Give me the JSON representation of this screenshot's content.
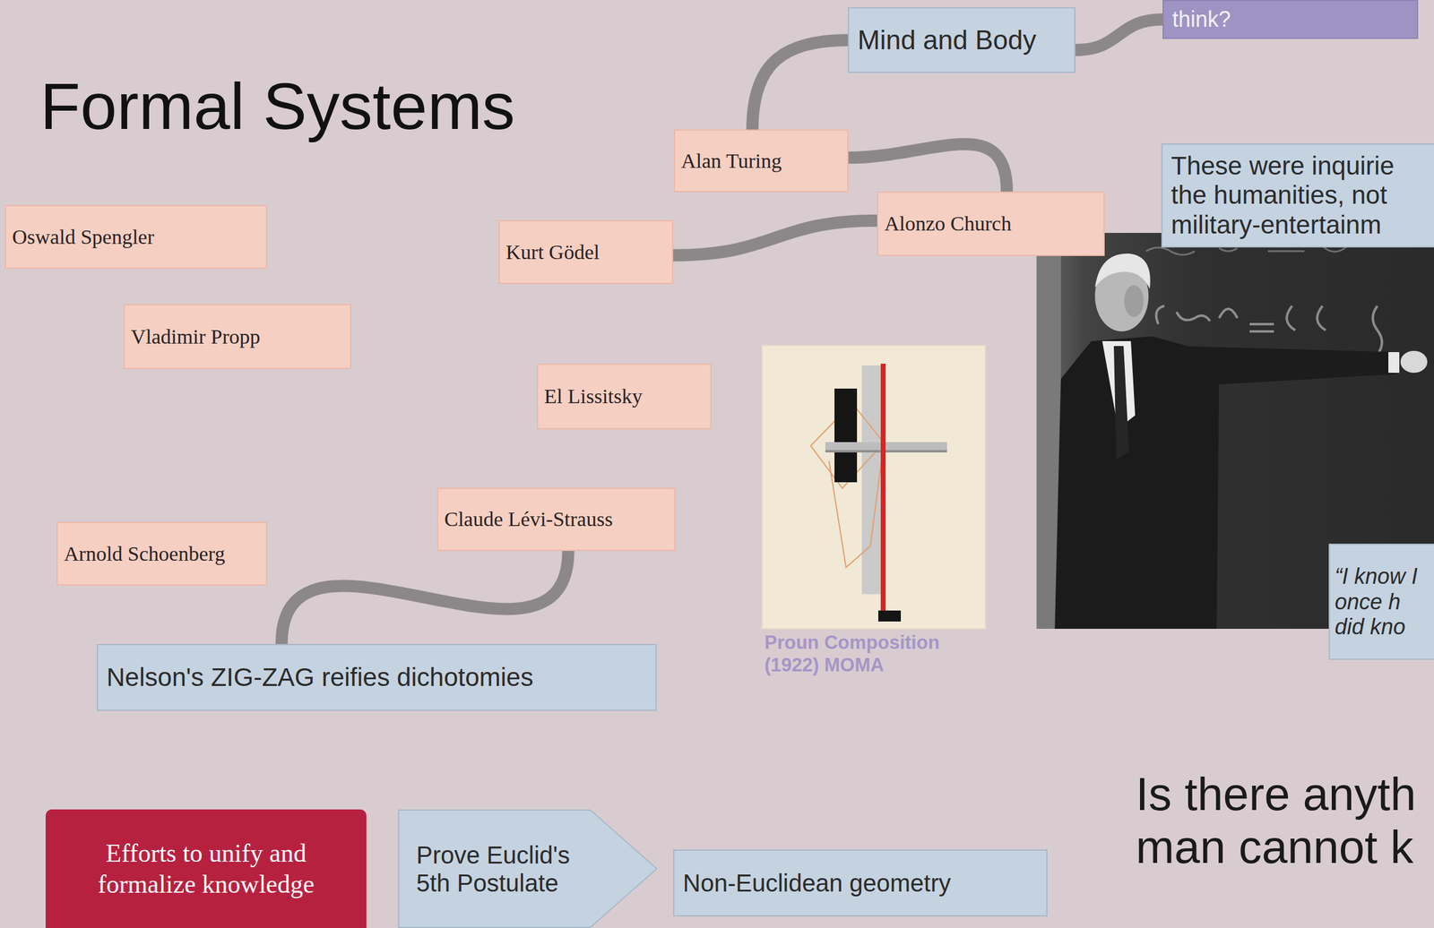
{
  "diagram": {
    "title": "Formal Systems",
    "nodes": [
      {
        "text": [
          "think?"
        ]
      },
      {
        "text": [
          "Mind and Body"
        ]
      },
      {
        "text": [
          "Alan Turing"
        ]
      },
      {
        "text": [
          "These were inquirie the humanities, not military-entertainm"
        ]
      },
      {
        "text": [
          "Alonzo Church"
        ]
      },
      {
        "text": [
          "Oswald Spengler"
        ]
      },
      {
        "text": [
          "Kurt Gödel"
        ]
      },
      {
        "text": [
          "Vladimir Propp"
        ]
      },
      {
        "text": [
          "El Lissitsky"
        ]
      },
      {
        "text": [
          "Claude Lévi-Strauss"
        ]
      },
      {
        "text": [
          "Arnold Schoenberg"
        ]
      },
      {
        "text": [
          "“I know I once h did kno"
        ]
      },
      {
        "text": [
          "Nelson's ZIG-ZAG reifies dichotomies"
        ]
      },
      {
        "text": [
          "Efforts to unify and formalize knowledge"
        ]
      },
      {
        "text": [
          "Prove Euclid's 5th Postulate"
        ]
      },
      {
        "text": [
          "Non-Euclidean geometry"
        ]
      }
    ],
    "edges": [
      {
        "from": 2,
        "to": 1,
        "arrow": "none"
      },
      {
        "from": 1,
        "to": 0,
        "arrow": "none"
      },
      {
        "from": 2,
        "to": 4,
        "arrow": "none"
      },
      {
        "from": 6,
        "to": 4,
        "arrow": "none"
      },
      {
        "from": 9,
        "to": 12,
        "arrow": "none"
      }
    ],
    "labels": [
      "Proun Composition (1922) MOMA",
      "Is there anyth man cannot k"
    ]
  }
}
